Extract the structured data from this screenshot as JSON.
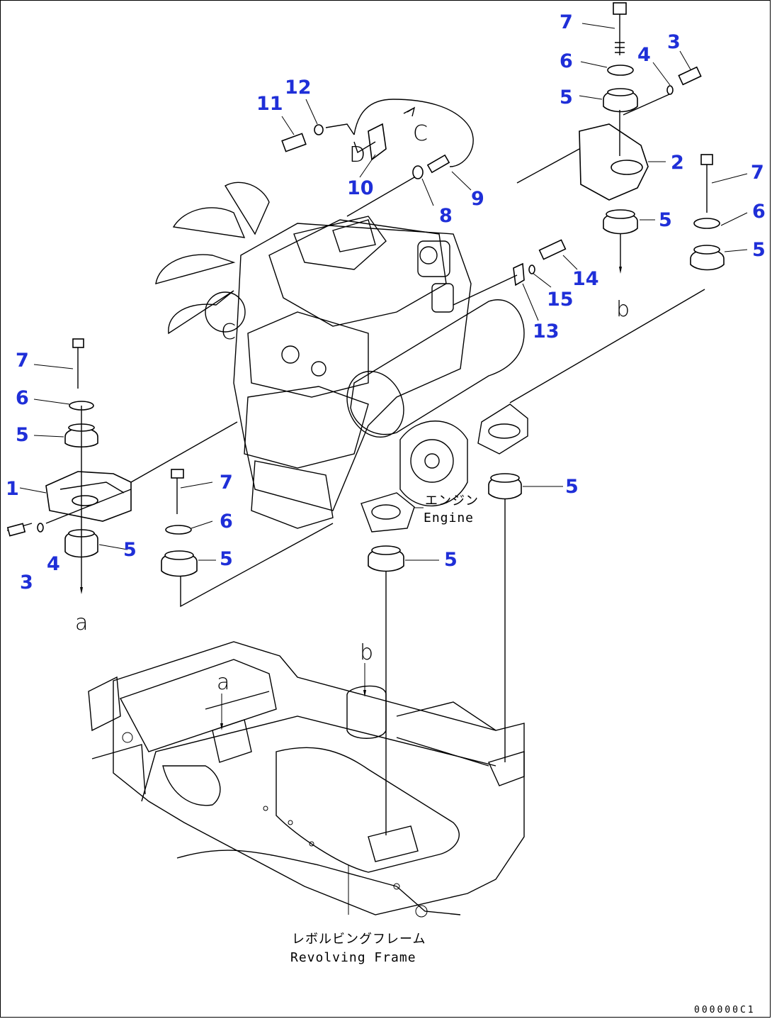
{
  "callouts": [
    {
      "id": "c7a",
      "label": "7"
    },
    {
      "id": "c6a",
      "label": "6"
    },
    {
      "id": "c4a",
      "label": "4"
    },
    {
      "id": "c3a",
      "label": "3"
    },
    {
      "id": "c5a",
      "label": "5"
    },
    {
      "id": "c2",
      "label": "2"
    },
    {
      "id": "c7b",
      "label": "7"
    },
    {
      "id": "c5b",
      "label": "5"
    },
    {
      "id": "c6b",
      "label": "6"
    },
    {
      "id": "c5c",
      "label": "5"
    },
    {
      "id": "c11",
      "label": "11"
    },
    {
      "id": "c12",
      "label": "12"
    },
    {
      "id": "c10",
      "label": "10"
    },
    {
      "id": "c9",
      "label": "9"
    },
    {
      "id": "c8",
      "label": "8"
    },
    {
      "id": "c14",
      "label": "14"
    },
    {
      "id": "c15",
      "label": "15"
    },
    {
      "id": "c13",
      "label": "13"
    },
    {
      "id": "c7c",
      "label": "7"
    },
    {
      "id": "c6c",
      "label": "6"
    },
    {
      "id": "c5d",
      "label": "5"
    },
    {
      "id": "c1",
      "label": "1"
    },
    {
      "id": "c3b",
      "label": "3"
    },
    {
      "id": "c4b",
      "label": "4"
    },
    {
      "id": "c5e",
      "label": "5"
    },
    {
      "id": "c7d",
      "label": "7"
    },
    {
      "id": "c6d",
      "label": "6"
    },
    {
      "id": "c5f",
      "label": "5"
    },
    {
      "id": "c5g",
      "label": "5"
    },
    {
      "id": "c5h",
      "label": "5"
    }
  ],
  "refs": {
    "a_top": "a",
    "a_frame": "a",
    "b_top": "b",
    "b_frame": "b",
    "c_cable": "C",
    "d_cable": "D",
    "c_engine": "C"
  },
  "notes": {
    "engine_jp": "エンジン",
    "engine_en": "Engine",
    "frame_jp": "レボルビングフレーム",
    "frame_en": "Revolving Frame"
  },
  "figure_code": "000000C1",
  "colors": {
    "callout": "#1f2fd8",
    "line": "#000000"
  }
}
